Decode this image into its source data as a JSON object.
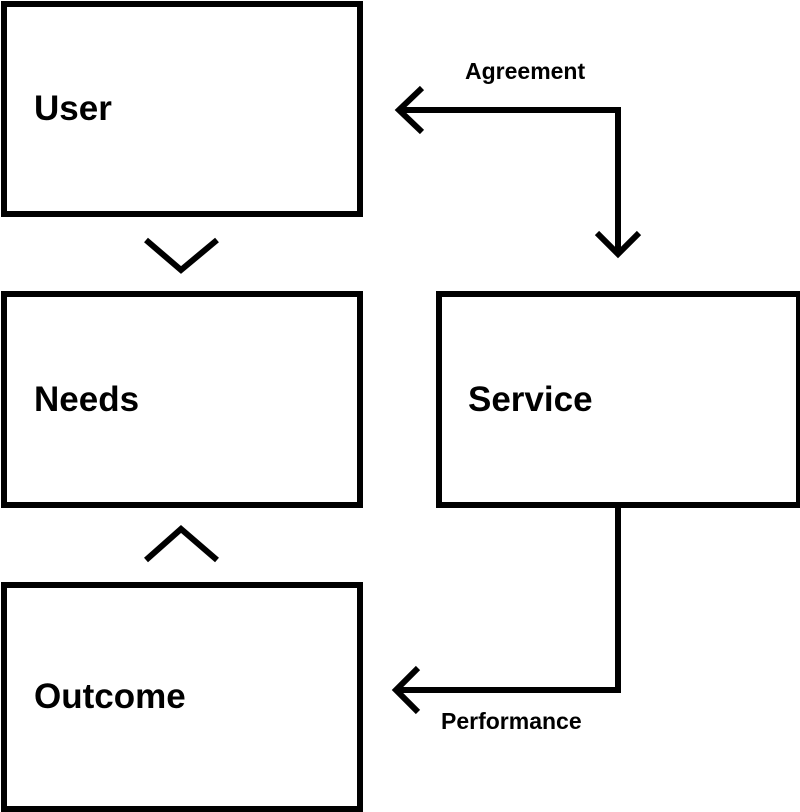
{
  "diagram": {
    "boxes": {
      "user": "User",
      "needs": "Needs",
      "outcome": "Outcome",
      "service": "Service"
    },
    "edges": {
      "agreement": "Agreement",
      "performance": "Performance"
    }
  },
  "colors": {
    "stroke": "#000000",
    "background": "#ffffff"
  }
}
